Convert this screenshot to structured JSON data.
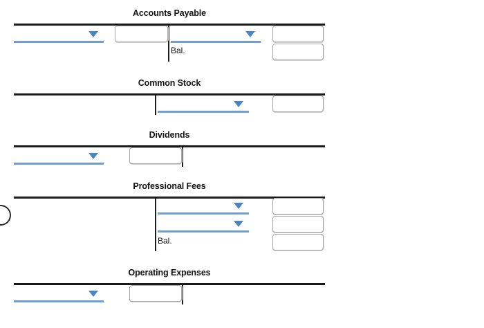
{
  "page": {
    "background": "#ffffff",
    "accent_blue": "#4a86c4",
    "accent_blue_line": "#6c9fd2",
    "rule_color": "#1b1b1b"
  },
  "accounts": [
    {
      "id": "accounts-payable",
      "title": "Accounts Payable",
      "debit": {
        "rows": [
          {
            "type": "dropdown",
            "value": "",
            "amount": ""
          }
        ]
      },
      "credit": {
        "rows": [
          {
            "type": "dropdown",
            "value": "",
            "amount": ""
          },
          {
            "type": "balance",
            "label": "Bal.",
            "amount": ""
          }
        ]
      }
    },
    {
      "id": "common-stock",
      "title": "Common Stock",
      "debit": {
        "rows": []
      },
      "credit": {
        "rows": [
          {
            "type": "dropdown",
            "value": "",
            "amount": ""
          }
        ]
      }
    },
    {
      "id": "dividends",
      "title": "Dividends",
      "debit": {
        "rows": [
          {
            "type": "dropdown",
            "value": "",
            "amount": ""
          }
        ]
      },
      "credit": {
        "rows": []
      }
    },
    {
      "id": "professional-fees",
      "title": "Professional Fees",
      "debit": {
        "rows": []
      },
      "credit": {
        "rows": [
          {
            "type": "dropdown",
            "value": "",
            "amount": ""
          },
          {
            "type": "dropdown",
            "value": "",
            "amount": ""
          },
          {
            "type": "balance",
            "label": "Bal.",
            "amount": ""
          }
        ]
      }
    },
    {
      "id": "operating-expenses",
      "title": "Operating Expenses",
      "debit": {
        "rows": [
          {
            "type": "dropdown",
            "value": "",
            "amount": ""
          }
        ]
      },
      "credit": {
        "rows": []
      }
    }
  ],
  "icons": {
    "dropdown_arrow": "chevron-down-icon"
  }
}
